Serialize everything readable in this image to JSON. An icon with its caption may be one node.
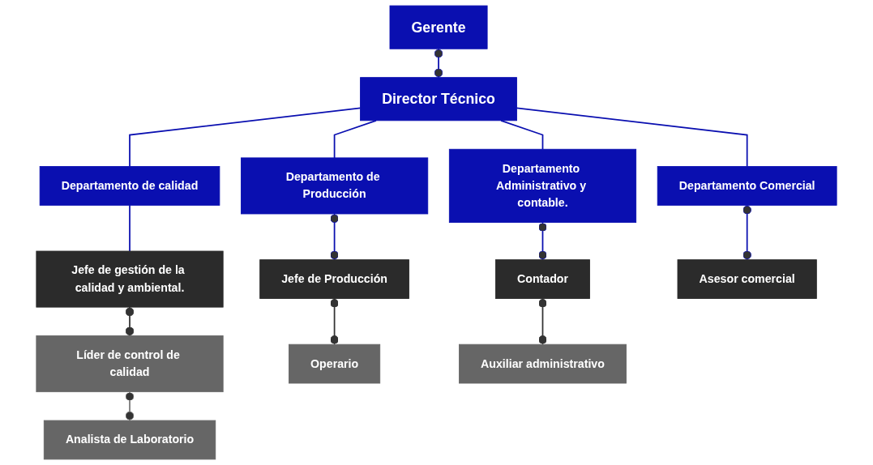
{
  "diagram": {
    "nodes": [
      {
        "text": [
          "Gerente"
        ]
      },
      {
        "text": [
          "Director Técnico"
        ]
      },
      {
        "text": [
          "Departamento de calidad"
        ]
      },
      {
        "text": [
          "Departamento de Producción"
        ]
      },
      {
        "text": [
          "Departamento Administrativo y contable."
        ]
      },
      {
        "text": [
          "Departamento Comercial"
        ]
      },
      {
        "text": [
          "Jefe de gestión de la calidad y ambiental."
        ]
      },
      {
        "text": [
          "Líder de control de calidad"
        ]
      },
      {
        "text": [
          "Analista de Laboratorio"
        ]
      },
      {
        "text": [
          "Jefe de Producción"
        ]
      },
      {
        "text": [
          "Operario"
        ]
      },
      {
        "text": [
          "Contador"
        ]
      },
      {
        "text": [
          "Auxiliar administrativo"
        ]
      },
      {
        "text": [
          "Asesor comercial"
        ]
      }
    ],
    "edges": [
      {
        "from": 0,
        "to": 1,
        "arrow": "other"
      },
      {
        "from": 1,
        "to": 2,
        "arrow": "none"
      },
      {
        "from": 1,
        "to": 3,
        "arrow": "none"
      },
      {
        "from": 1,
        "to": 4,
        "arrow": "none"
      },
      {
        "from": 1,
        "to": 5,
        "arrow": "none"
      },
      {
        "from": 2,
        "to": 6,
        "arrow": "none"
      },
      {
        "from": 6,
        "to": 7,
        "arrow": "other",
        "color": "#333333"
      },
      {
        "from": 7,
        "to": 8,
        "arrow": "other",
        "color": "#777777"
      },
      {
        "from": 3,
        "to": 9,
        "arrow": "other"
      },
      {
        "from": 9,
        "to": 10,
        "arrow": "other",
        "color": "#333333"
      },
      {
        "from": 4,
        "to": 11,
        "arrow": "other"
      },
      {
        "from": 11,
        "to": 12,
        "arrow": "other",
        "color": "#333333"
      },
      {
        "from": 5,
        "to": 13,
        "arrow": "other"
      }
    ]
  }
}
